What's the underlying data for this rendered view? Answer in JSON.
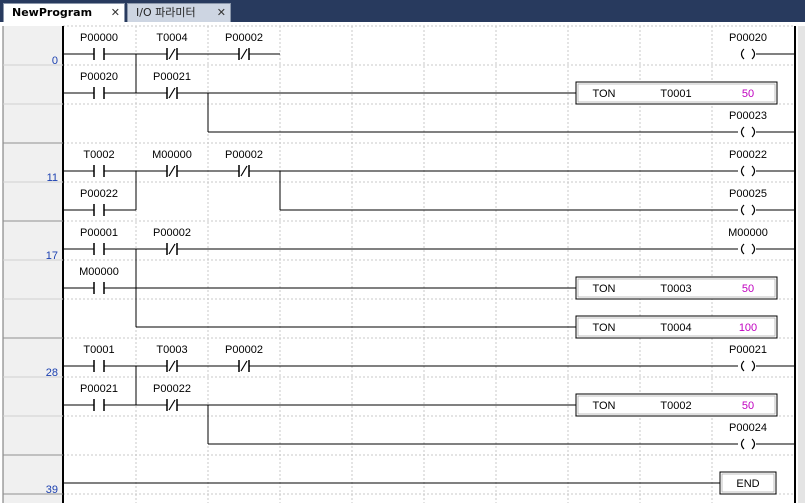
{
  "tabs": [
    {
      "label": "NewProgram",
      "close": "✕",
      "active": true
    },
    {
      "label": "I/O 파라미터",
      "close": "✕",
      "active": false
    }
  ],
  "colors": {
    "tabbar": "#283a5e",
    "grid": "#c8c8c8",
    "wire": "#000000",
    "stepnum": "#1a3fb0",
    "preset": "#c000c0"
  },
  "rungs": [
    {
      "step": "0",
      "contacts": [
        {
          "row": 0,
          "col": 0,
          "type": "NO",
          "label": "P00000"
        },
        {
          "row": 0,
          "col": 1,
          "type": "NC",
          "label": "T0004"
        },
        {
          "row": 0,
          "col": 2,
          "type": "NC",
          "label": "P00002"
        },
        {
          "row": 1,
          "col": 0,
          "type": "NO",
          "label": "P00020"
        },
        {
          "row": 1,
          "col": 1,
          "type": "NC",
          "label": "P00021"
        }
      ],
      "coils": [
        {
          "row": 0,
          "type": "coil",
          "label": "P00020"
        },
        {
          "row": 1,
          "type": "func",
          "fn": "TON",
          "operand": "T0001",
          "preset": "50"
        },
        {
          "row": 2,
          "type": "coil",
          "label": "P00023"
        }
      ],
      "wires": [
        {
          "row": 0,
          "from": 0,
          "to": 3
        },
        {
          "row": 1,
          "from": 0,
          "to": 2
        },
        {
          "row": 1,
          "from": 2,
          "to": 10
        },
        {
          "row": 2,
          "from": 2,
          "to": 10
        }
      ],
      "verticals": [
        {
          "col": 1,
          "from": 0,
          "to": 1
        },
        {
          "col": 2,
          "from": 1,
          "to": 2
        }
      ],
      "railRows": [
        0,
        1
      ]
    },
    {
      "step": "11",
      "contacts": [
        {
          "row": 0,
          "col": 0,
          "type": "NO",
          "label": "T0002"
        },
        {
          "row": 0,
          "col": 1,
          "type": "NC",
          "label": "M00000"
        },
        {
          "row": 0,
          "col": 2,
          "type": "NC",
          "label": "P00002"
        },
        {
          "row": 1,
          "col": 0,
          "type": "NO",
          "label": "P00022"
        }
      ],
      "coils": [
        {
          "row": 0,
          "type": "coil",
          "label": "P00022"
        },
        {
          "row": 1,
          "type": "coil",
          "label": "P00025"
        }
      ],
      "wires": [
        {
          "row": 0,
          "from": 0,
          "to": 10
        },
        {
          "row": 1,
          "from": 0,
          "to": 1
        },
        {
          "row": 1,
          "from": 3,
          "to": 10
        }
      ],
      "verticals": [
        {
          "col": 1,
          "from": 0,
          "to": 1
        },
        {
          "col": 3,
          "from": 0,
          "to": 1
        }
      ],
      "railRows": [
        0,
        1
      ]
    },
    {
      "step": "17",
      "contacts": [
        {
          "row": 0,
          "col": 0,
          "type": "NO",
          "label": "P00001"
        },
        {
          "row": 0,
          "col": 1,
          "type": "NC",
          "label": "P00002"
        },
        {
          "row": 1,
          "col": 0,
          "type": "NO",
          "label": "M00000"
        }
      ],
      "coils": [
        {
          "row": 0,
          "type": "coil",
          "label": "M00000"
        },
        {
          "row": 1,
          "type": "func",
          "fn": "TON",
          "operand": "T0003",
          "preset": "50"
        },
        {
          "row": 2,
          "type": "func",
          "fn": "TON",
          "operand": "T0004",
          "preset": "100"
        }
      ],
      "wires": [
        {
          "row": 0,
          "from": 0,
          "to": 10
        },
        {
          "row": 1,
          "from": 0,
          "to": 10
        },
        {
          "row": 2,
          "from": 1,
          "to": 10
        }
      ],
      "verticals": [
        {
          "col": 1,
          "from": 0,
          "to": 2
        }
      ],
      "railRows": [
        0,
        1
      ]
    },
    {
      "step": "28",
      "contacts": [
        {
          "row": 0,
          "col": 0,
          "type": "NO",
          "label": "T0001"
        },
        {
          "row": 0,
          "col": 1,
          "type": "NC",
          "label": "T0003"
        },
        {
          "row": 0,
          "col": 2,
          "type": "NC",
          "label": "P00002"
        },
        {
          "row": 1,
          "col": 0,
          "type": "NO",
          "label": "P00021"
        },
        {
          "row": 1,
          "col": 1,
          "type": "NC",
          "label": "P00022"
        }
      ],
      "coils": [
        {
          "row": 0,
          "type": "coil",
          "label": "P00021"
        },
        {
          "row": 1,
          "type": "func",
          "fn": "TON",
          "operand": "T0002",
          "preset": "50"
        },
        {
          "row": 2,
          "type": "coil",
          "label": "P00024"
        }
      ],
      "wires": [
        {
          "row": 0,
          "from": 0,
          "to": 10
        },
        {
          "row": 1,
          "from": 0,
          "to": 10
        },
        {
          "row": 2,
          "from": 2,
          "to": 10
        }
      ],
      "verticals": [
        {
          "col": 1,
          "from": 0,
          "to": 1
        },
        {
          "col": 2,
          "from": 1,
          "to": 2
        }
      ],
      "railRows": [
        0,
        1
      ]
    },
    {
      "step": "39",
      "contacts": [],
      "coils": [
        {
          "row": 0,
          "type": "end",
          "label": "END"
        }
      ],
      "wires": [
        {
          "row": 0,
          "from": 0,
          "to": 10
        }
      ],
      "verticals": [],
      "railRows": [
        0
      ]
    }
  ]
}
